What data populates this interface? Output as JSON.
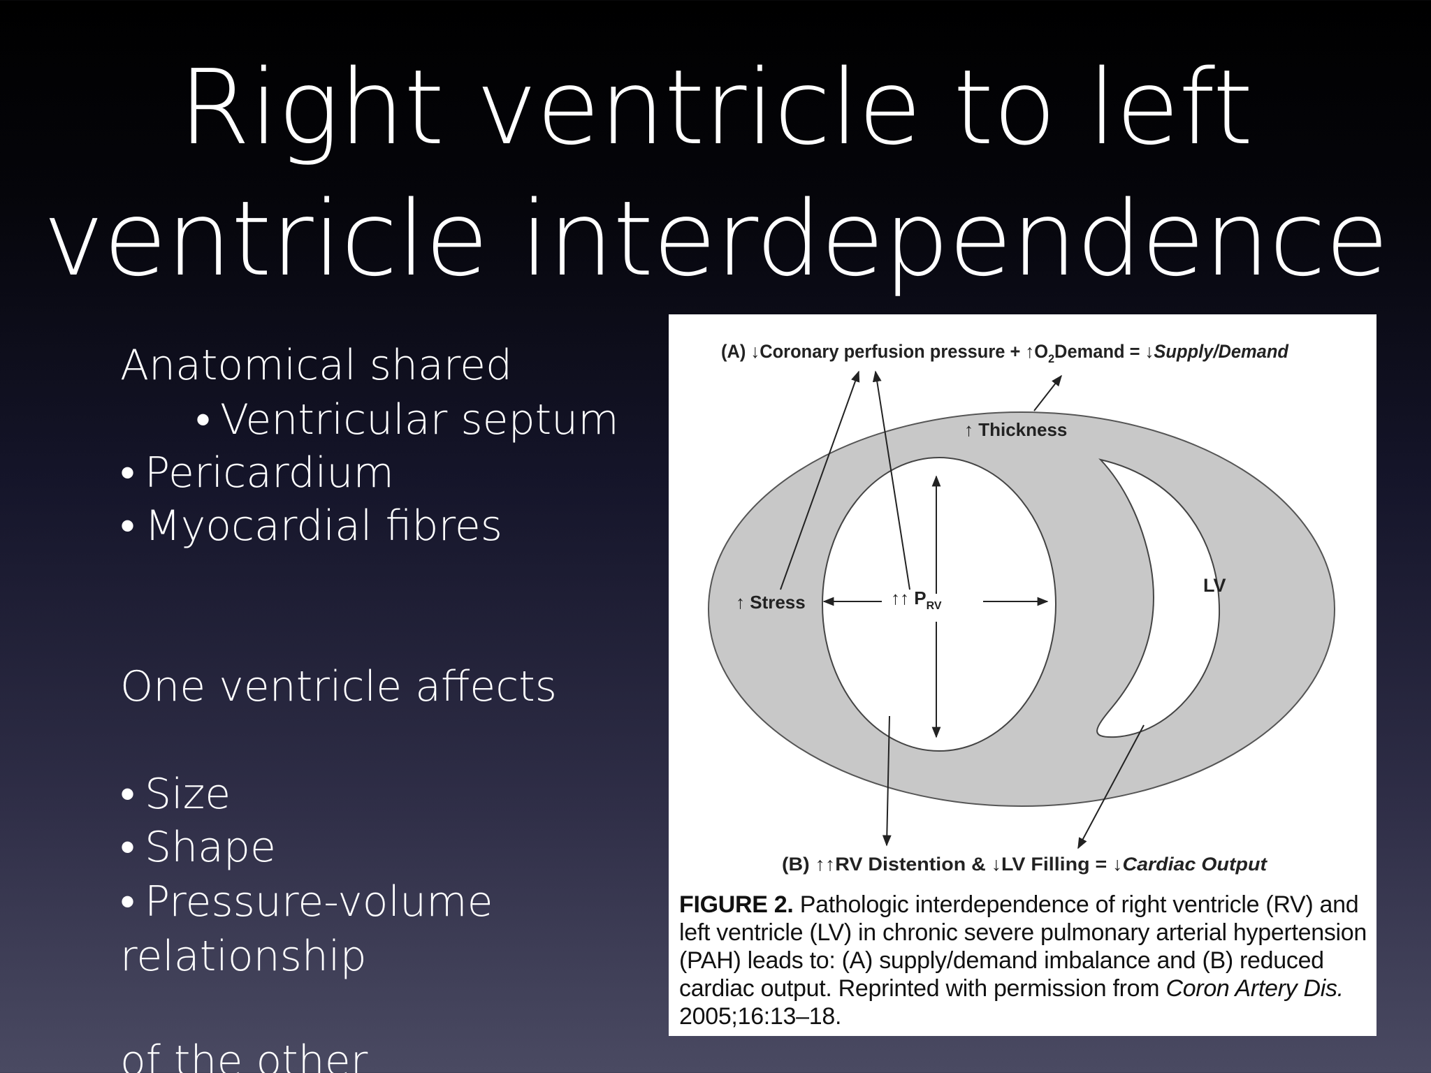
{
  "title": {
    "line1": "Right ventricle to left",
    "line2": "ventricle interdependence"
  },
  "left_column": {
    "heading1": "Anatomical shared",
    "shared_items": [
      "Ventricular septum",
      "Pericardium",
      "Myocardial fibres"
    ],
    "heading2": "One ventricle affects",
    "affects_items": [
      "Size",
      "Shape",
      "Pressure-volume"
    ],
    "affects_item3_cont": "relationship",
    "footer": "of the other"
  },
  "figure": {
    "top_label_a": "(A) ↓Coronary perfusion pressure + ↑O",
    "top_label_sub": "2",
    "top_label_mid": "Demand = ↓",
    "top_label_italic": "Supply/Demand",
    "thickness": "↑ Thickness",
    "stress": "↑ Stress",
    "prv": "↑↑ P",
    "prv_sub": "RV",
    "lv": "LV",
    "bottom_label": "(B) ↑↑RV Distention & ↓LV Filling = ↓",
    "bottom_label_italic": "Cardiac Output",
    "caption_label": "FIGURE 2.",
    "caption_text": " Pathologic interdependence of right ventricle (RV) and left ventricle (LV) in chronic severe pulmonary arterial hypertension (PAH) leads to: (A) supply/demand imbalance and (B) reduced cardiac output. Reprinted with permission from ",
    "caption_italic": "Coron Artery Dis.",
    "caption_end": " 2005;16:13–18.",
    "colors": {
      "ring_fill": "#c8c8c8",
      "ring_stroke": "#555555",
      "background": "#ffffff"
    }
  }
}
